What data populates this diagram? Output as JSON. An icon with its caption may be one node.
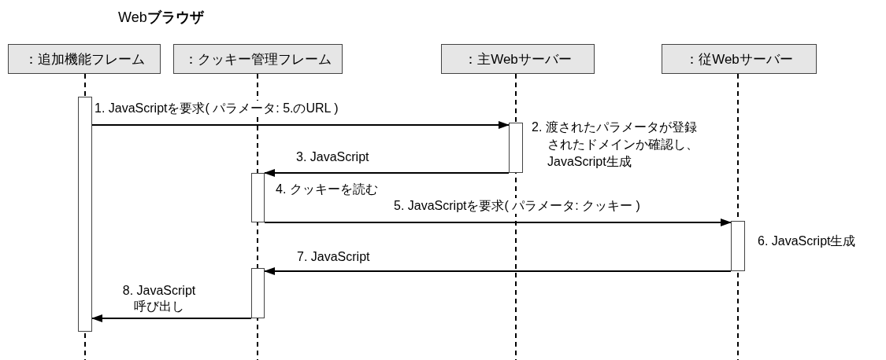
{
  "diagram": {
    "title": "Web**ブラウザ**",
    "nodes": [
      {
        "text": [
          "：追加機能フレーム"
        ]
      },
      {
        "text": [
          "：クッキー管理フレーム"
        ]
      },
      {
        "text": [
          "：主Webサーバー"
        ]
      },
      {
        "text": [
          "：従Webサーバー"
        ]
      },
      {
        "text": [],
        "shape": "bar"
      },
      {
        "text": [],
        "shape": "bar",
        "beside": [
          "2. 渡されたパラメータが登録されたドメインか確認し、JavaScript生成"
        ]
      },
      {
        "text": [],
        "shape": "bar",
        "beside": [
          "4. クッキーを読む"
        ]
      },
      {
        "text": [],
        "shape": "bar",
        "beside": [
          "6. JavaScript生成"
        ]
      },
      {
        "text": [],
        "shape": "bar"
      }
    ],
    "edges": [
      {
        "from": 4,
        "to": 5,
        "arrow": "to",
        "label": "1. JavaScriptを要求( パラメータ: 5.のURL )"
      },
      {
        "from": 5,
        "to": 6,
        "arrow": "to",
        "label": "3. JavaScript"
      },
      {
        "from": 6,
        "to": 7,
        "arrow": "to",
        "label": "5. JavaScriptを要求( パラメータ: クッキー )"
      },
      {
        "from": 7,
        "to": 8,
        "arrow": "to",
        "label": "7. JavaScript"
      },
      {
        "from": 8,
        "to": 4,
        "arrow": "to",
        "label": "8. JavaScript 呼び出し"
      }
    ]
  }
}
